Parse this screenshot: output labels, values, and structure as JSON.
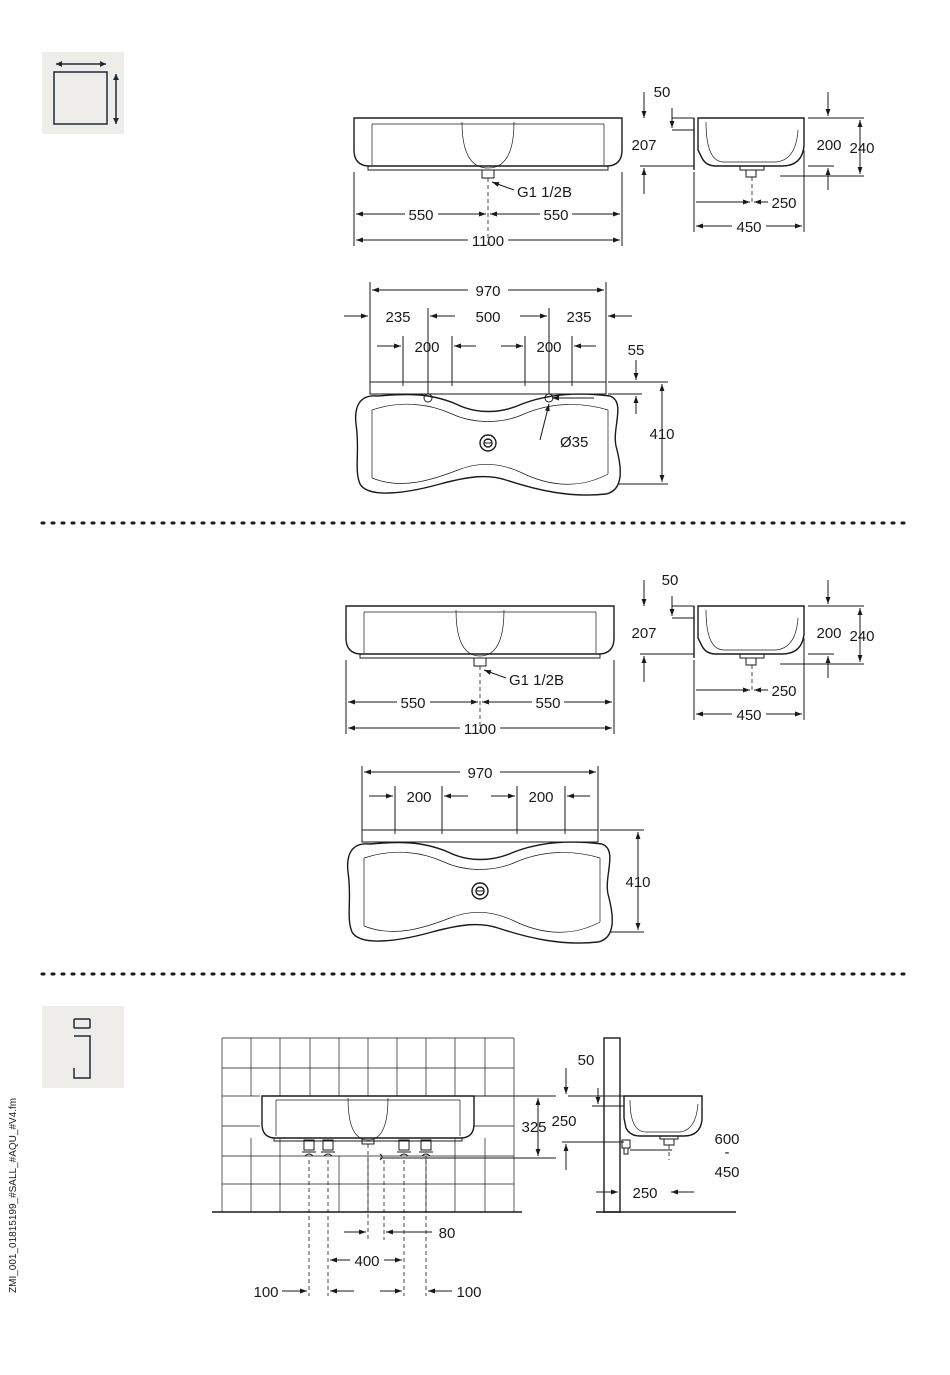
{
  "icons": {
    "dimensions": "dimensions-icon",
    "info": "info-icon"
  },
  "section1": {
    "front": {
      "d1": "550",
      "d2": "550",
      "total": "1100",
      "drain": "G1 1/2B"
    },
    "side": {
      "d50": "50",
      "d207": "207",
      "d200": "200",
      "d240": "240",
      "d250": "250",
      "d450": "450"
    },
    "top": {
      "d970": "970",
      "d235a": "235",
      "d500": "500",
      "d235b": "235",
      "d200a": "200",
      "d200b": "200",
      "d55": "55",
      "d410": "410",
      "hole": "Ø35"
    }
  },
  "section2": {
    "front": {
      "d1": "550",
      "d2": "550",
      "total": "1100",
      "drain": "G1 1/2B"
    },
    "side": {
      "d50": "50",
      "d207": "207",
      "d200": "200",
      "d240": "240",
      "d250": "250",
      "d450": "450"
    },
    "top": {
      "d970": "970",
      "d200a": "200",
      "d200b": "200",
      "d410": "410"
    }
  },
  "section3": {
    "front": {
      "d325": "325",
      "d80": "80",
      "d400": "400",
      "d100a": "100",
      "d100b": "100"
    },
    "side": {
      "d50": "50",
      "d250a": "250",
      "d600": "600",
      "dash": "-",
      "d450": "450",
      "d250b": "250"
    }
  },
  "footer": {
    "file": "ZMI_001_01815199_#SALL_#AQU_#V4.fm"
  }
}
